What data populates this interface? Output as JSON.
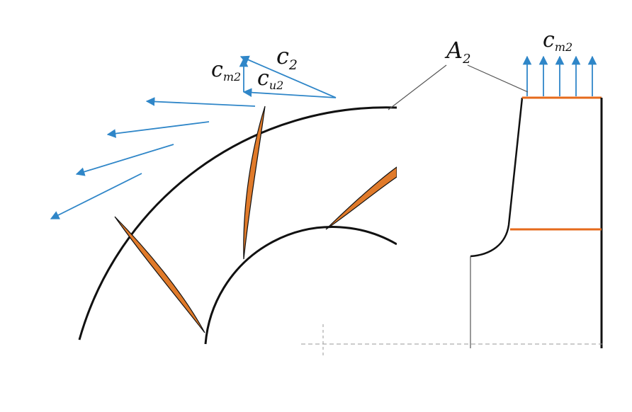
{
  "labels": {
    "c2": {
      "main": "c",
      "sub": "2"
    },
    "cm2_left": {
      "main": "c",
      "sub": "m2"
    },
    "cu2": {
      "main": "c",
      "sub": "u2"
    },
    "A2": {
      "main": "A",
      "sub": "2"
    },
    "cm2_right": {
      "main": "c",
      "sub": "m2"
    }
  },
  "colors": {
    "arrow": "#2f86c8",
    "blade_fill": "#e07a2a",
    "outline": "#111111",
    "orange_line": "#e56a1b"
  }
}
